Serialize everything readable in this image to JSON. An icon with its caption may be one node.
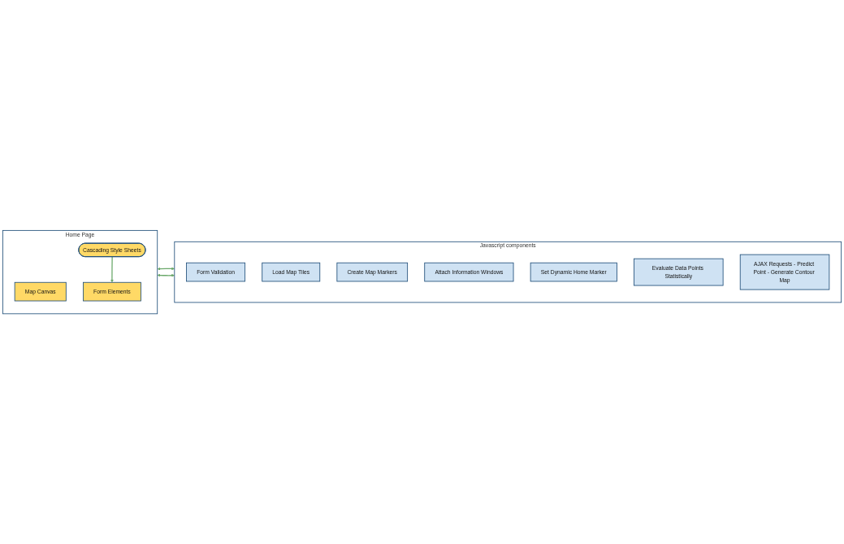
{
  "diagram": {
    "nodes": [
      {
        "text": [
          "Home Page"
        ]
      },
      {
        "text": [
          "Map Canvas"
        ],
        "in": 0
      },
      {
        "text": [
          "Form Elements"
        ],
        "in": 0
      },
      {
        "text": [
          "Cascading Style Sheets"
        ],
        "in": 0
      },
      {
        "text": [
          "Javascript components"
        ]
      },
      {
        "text": [
          "Form Validation"
        ],
        "in": 4
      },
      {
        "text": [
          "Load Map Tiles"
        ],
        "in": 4
      },
      {
        "text": [
          "Create Map Markers"
        ],
        "in": 4
      },
      {
        "text": [
          "Attach Information Windows"
        ],
        "in": 4
      },
      {
        "text": [
          "Set Dynamic Home Marker"
        ],
        "in": 4
      },
      {
        "text": [
          "Evaluate Data Points Statistically"
        ],
        "in": 4
      },
      {
        "text": [
          "AJAX Requests - Predict Point - Generate Contour Map"
        ],
        "in": 4
      }
    ],
    "edges": [
      {
        "from": 3,
        "to": 2,
        "arrow": "to"
      },
      {
        "from": 0,
        "to": 4,
        "arrow": "both"
      },
      {
        "from": 0,
        "to": 4,
        "arrow": "both"
      }
    ]
  }
}
